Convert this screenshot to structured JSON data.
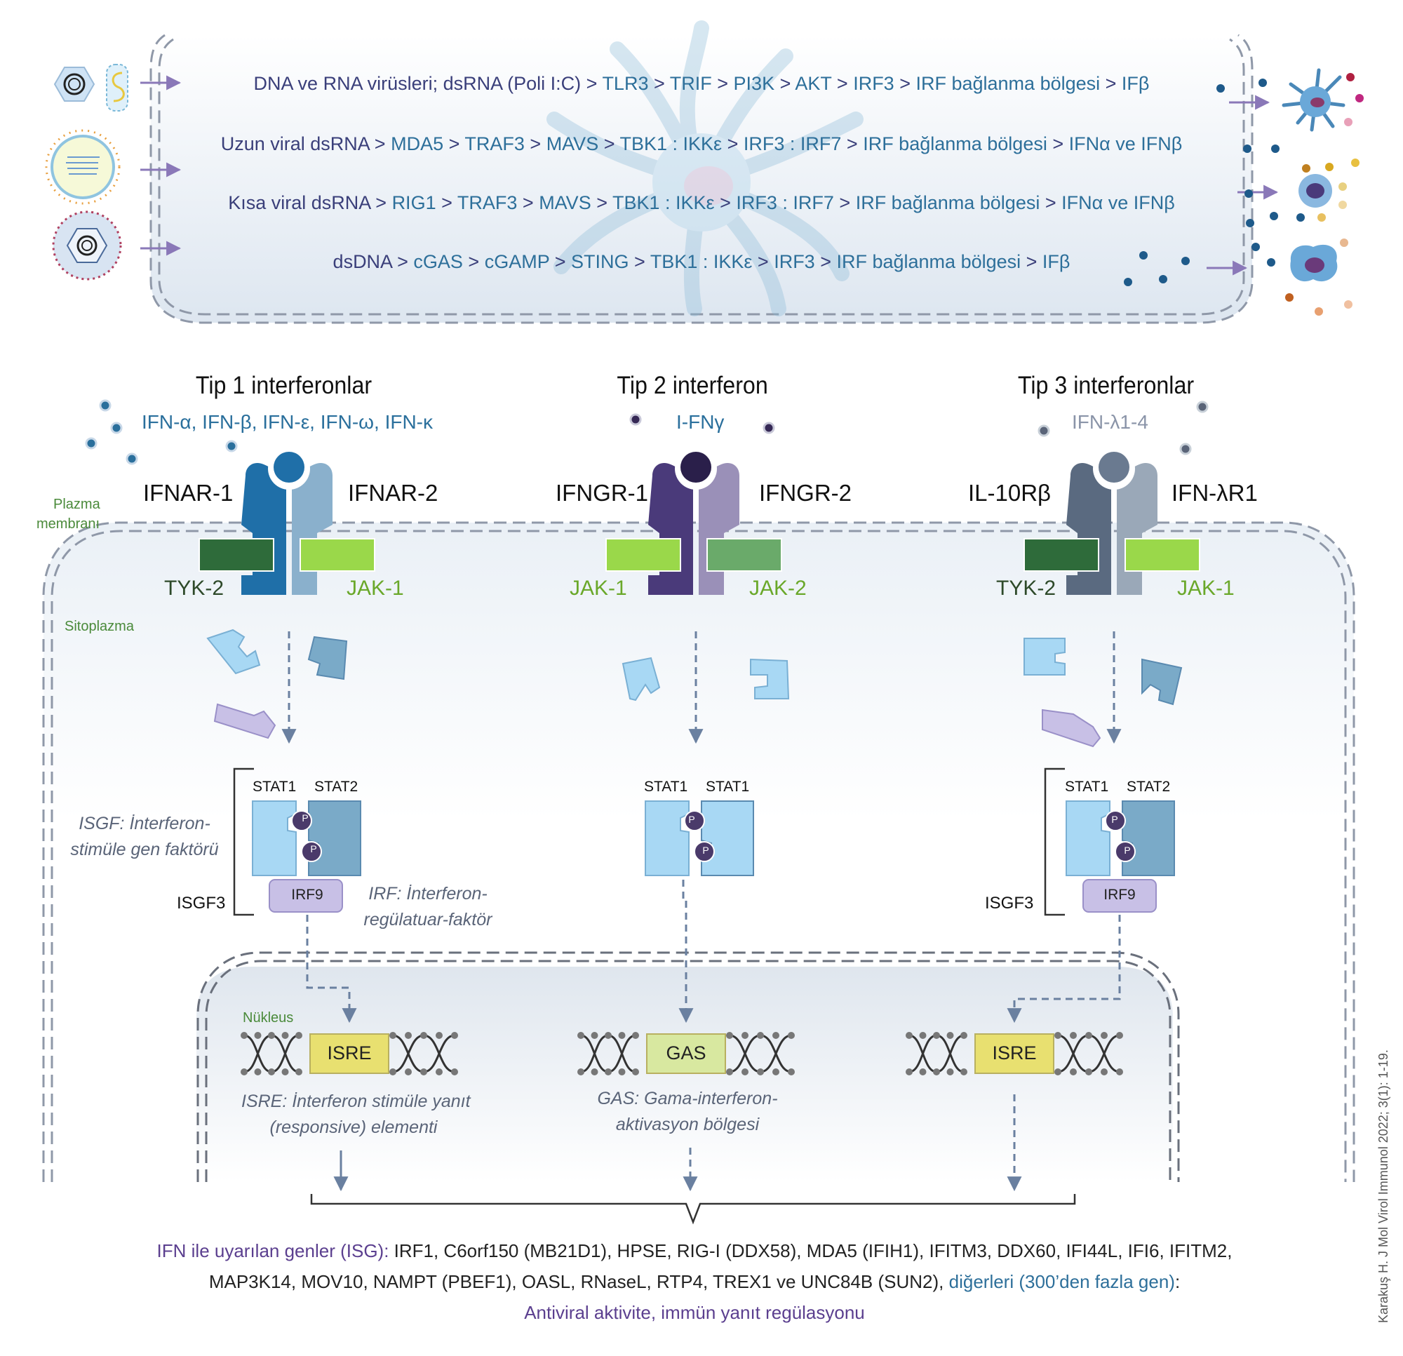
{
  "top_panel": {
    "pathways": [
      {
        "segments": [
          "DNA ve RNA virüsleri; dsRNA (Poli I:C)",
          " > ",
          "TLR3",
          " > ",
          "TRIF",
          " > ",
          "PI3K",
          " > ",
          "AKT",
          " > ",
          "IRF3",
          " > ",
          "IRF bağlanma bölgesi",
          " > ",
          "IFβ"
        ]
      },
      {
        "segments": [
          "Uzun viral dsRNA",
          " > ",
          "MDA5",
          " > ",
          "TRAF3",
          " > ",
          "MAVS",
          " > ",
          "TBK1 : IKKε",
          " > ",
          "IRF3 : IRF7",
          " > ",
          "IRF bağlanma bölgesi",
          " > ",
          "IFNα ve IFNβ"
        ]
      },
      {
        "segments": [
          "Kısa viral dsRNA",
          " > ",
          "RIG1",
          " > ",
          "TRAF3",
          " > ",
          "MAVS",
          " > ",
          "TBK1 : IKKε",
          " > ",
          "IRF3 : IRF7",
          " > ",
          "IRF bağlanma bölgesi",
          " > ",
          "IFNα ve IFNβ"
        ]
      },
      {
        "segments": [
          "dsDNA",
          " > ",
          "cGAS",
          " > ",
          "cGAMP",
          " > ",
          "STING",
          " > ",
          "TBK1 : IKKε",
          " > ",
          "IRF3",
          " > ",
          "IRF bağlanma bölgesi",
          " > ",
          "IFβ"
        ]
      }
    ]
  },
  "types": [
    {
      "title": "Tip 1 interferonlar",
      "ifns": "IFN-α, IFN-β, IFN-ε, IFN-ω, IFN-κ",
      "receptor_left": "IFNAR-1",
      "receptor_right": "IFNAR-2",
      "kinase_left": "TYK-2",
      "kinase_right": "JAK-1",
      "stat_left": "STAT1",
      "stat_right": "STAT2",
      "complex_label": "ISGF3",
      "irf_box": "IRF9",
      "dna_element": "ISRE"
    },
    {
      "title": "Tip 2 interferon",
      "ifns": "I-FNγ",
      "receptor_left": "IFNGR-1",
      "receptor_right": "IFNGR-2",
      "kinase_left": "JAK-1",
      "kinase_right": "JAK-2",
      "stat_left": "STAT1",
      "stat_right": "STAT1",
      "dna_element": "GAS"
    },
    {
      "title": "Tip 3 interferonlar",
      "ifns": "IFN-λ1-4",
      "receptor_left": "IL-10Rβ",
      "receptor_right": "IFN-λR1",
      "kinase_left": "TYK-2",
      "kinase_right": "JAK-1",
      "stat_left": "STAT1",
      "stat_right": "STAT2",
      "complex_label": "ISGF3",
      "irf_box": "IRF9",
      "dna_element": "ISRE"
    }
  ],
  "labels": {
    "plasma_membrane_1": "Plazma",
    "plasma_membrane_2": "membranı",
    "cytoplasm": "Sitoplazma",
    "nucleus": "Nükleus",
    "phospho": "P",
    "isgf_note_1": "ISGF: İnterferon-",
    "isgf_note_2": "stimüle gen faktörü",
    "irf_note_1": "IRF: İnterferon-",
    "irf_note_2": "regülatuar-faktör",
    "isre_note_1": "ISRE: İnterferon stimüle yanıt",
    "isre_note_2": "(responsive) elementi",
    "gas_note_1": "GAS: Gama-interferon-",
    "gas_note_2": "aktivasyon bölgesi"
  },
  "bottom": {
    "isg_title": "IFN ile uyarılan genler (ISG):",
    "genes_line1": " IRF1, C6orf150 (MB21D1), HPSE, RIG-I (DDX58), MDA5 (IFIH1), IFITM3, DDX60, IFI44L, IFI6, IFITM2,",
    "genes_line2": "MAP3K14, MOV10, NAMPT (PBEF1), OASL, RNaseL, RTP4, TREX1 ve UNC84B (SUN2), ",
    "others": "diğerleri (300’den fazla gen)",
    "colon": ":",
    "outcome": "Antiviral aktivite, immün yanıt regülasyonu"
  },
  "citation": "Karakuş H. J Mol Virol Immunol 2022; 3(1): 1-19.",
  "colors": {
    "type1": "#1f6fa8",
    "type2": "#4a3a7a",
    "type3": "#5a6a80",
    "tyk2": "#2e6b3a",
    "jak1": "#9ad84a",
    "jak2": "#6aaa6a",
    "stat1": "#a8d8f4",
    "stat2": "#7aaac8",
    "irf9": "#c8c0e6",
    "phospho": "#4a3a6a",
    "dna_box_isre": "#e8e070",
    "dna_box_gas": "#d8e8a0"
  }
}
